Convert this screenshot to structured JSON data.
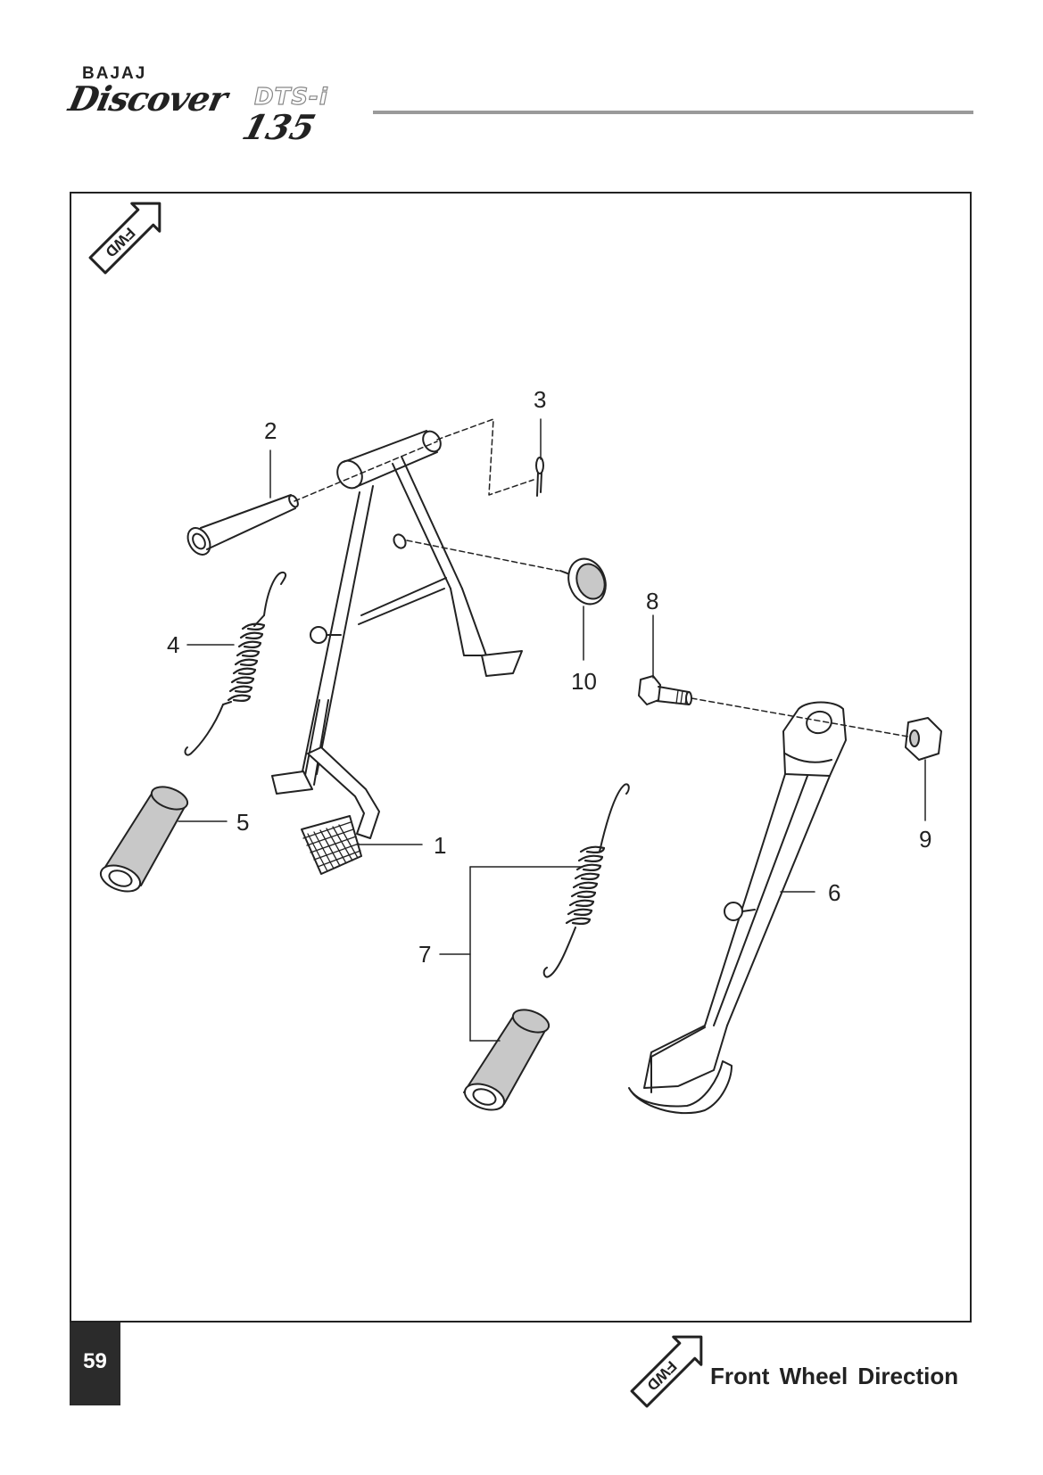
{
  "brand": {
    "maker": "BAJAJ",
    "model": "Discover",
    "variant": "DTS-i",
    "number": "135"
  },
  "fwd_icon_text": "FWD",
  "callouts": [
    "1",
    "2",
    "3",
    "4",
    "5",
    "6",
    "7",
    "8",
    "9",
    "10"
  ],
  "page_number": "59",
  "footer_legend": "Front Wheel Direction",
  "colors": {
    "ink": "#222222",
    "part_fill": "#c8c8c8",
    "rule": "#9a9a9a",
    "tab": "#2b2b2b"
  }
}
